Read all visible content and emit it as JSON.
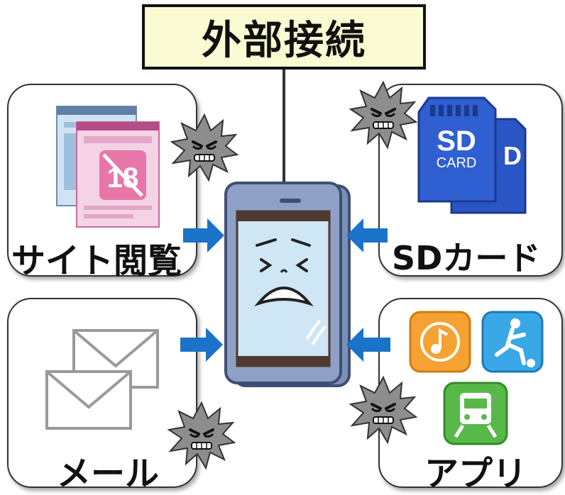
{
  "title": "外部接続",
  "panels": {
    "site_browsing": {
      "label": "サイト閲覧",
      "badge": "18"
    },
    "sd_card": {
      "label": "SDカード",
      "card_line1": "SD",
      "card_line2": "CARD",
      "card_back": "D"
    },
    "mail": {
      "label": "メール"
    },
    "apps": {
      "label": "アプリ"
    }
  },
  "colors": {
    "arrow": "#1a72c9",
    "title_bg": "#fafbd2",
    "phone_body": "#7c8fb6",
    "screen": "#cfe7f5",
    "sd_card": "#2f5fd0",
    "app_music": "#f5a232",
    "app_sports": "#3aa8e6",
    "app_train": "#58b94a",
    "virus": "#8a8a8a"
  }
}
